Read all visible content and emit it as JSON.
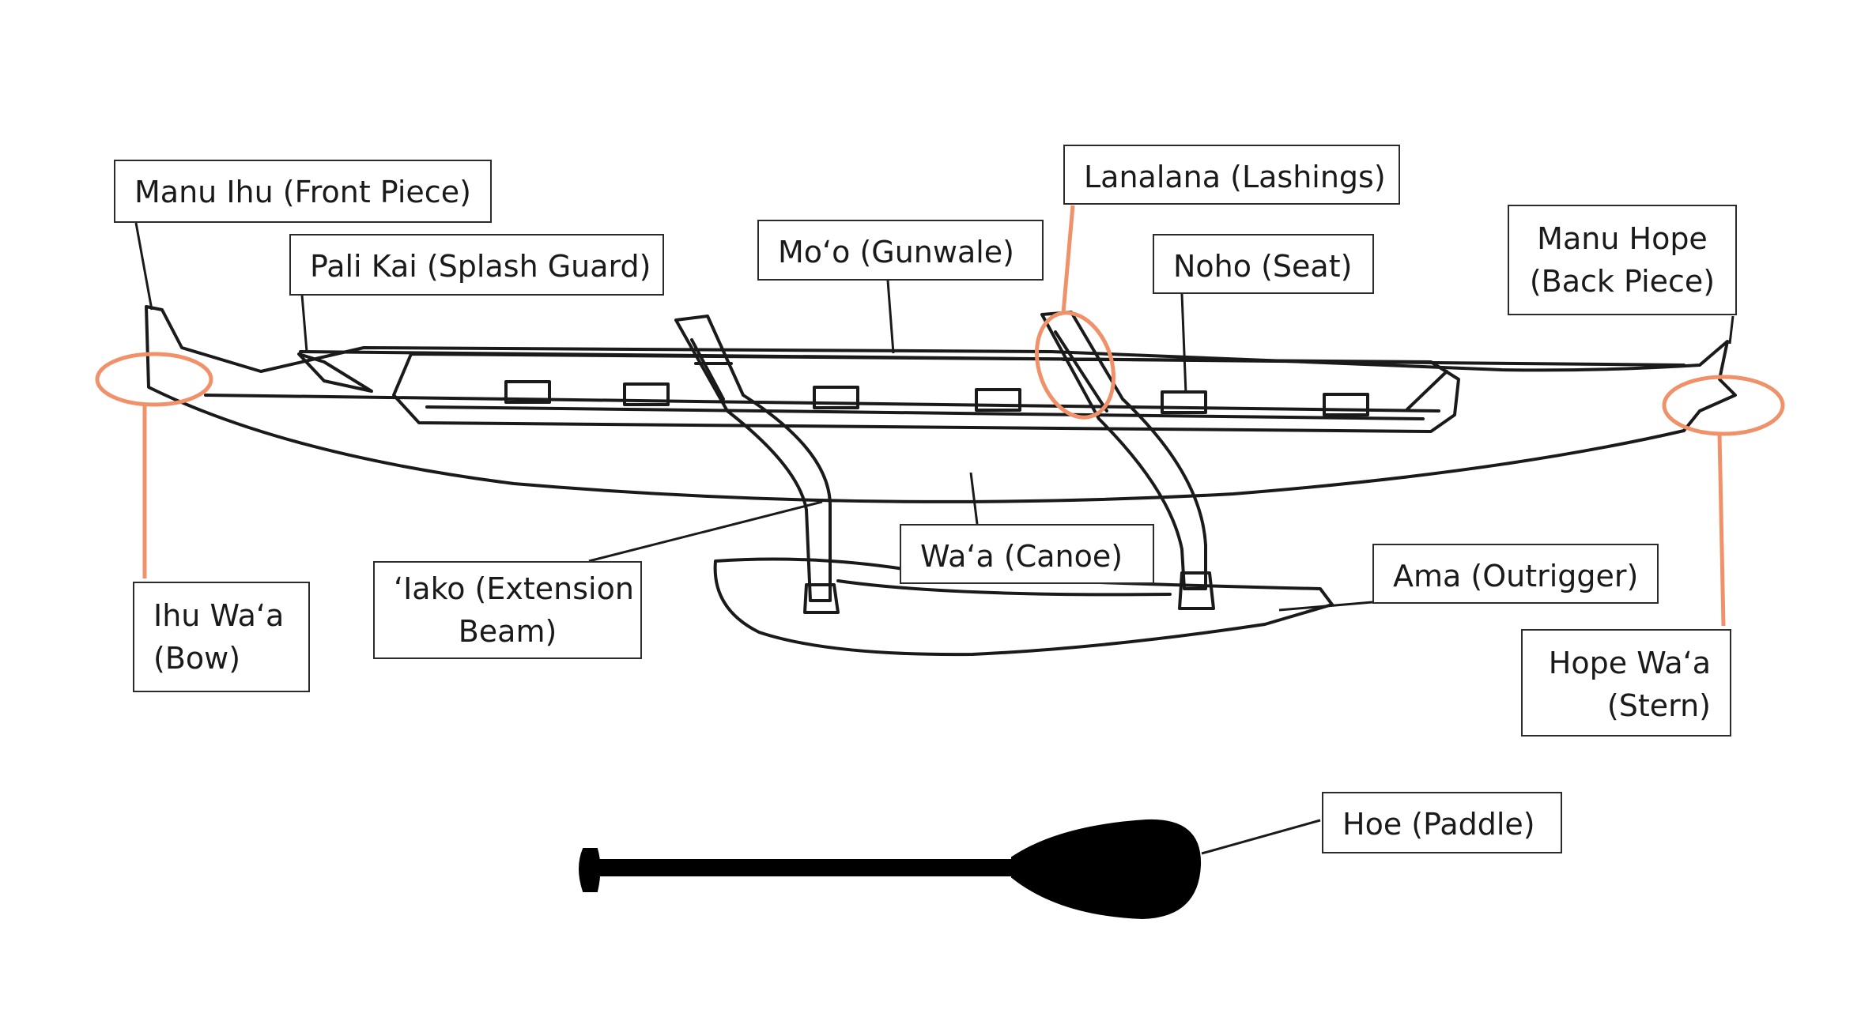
{
  "labels": {
    "manu_ihu": "Manu Ihu (Front Piece)",
    "pali_kai": "Pali Kai (Splash Guard)",
    "moo": "Mo‘o (Gunwale)",
    "lanalana": "Lanalana (Lashings)",
    "noho": "Noho (Seat)",
    "manu_hope": [
      "Manu Hope",
      "(Back Piece)"
    ],
    "ihu_waa": [
      "Ihu Wa‘a",
      "(Bow)"
    ],
    "iako": [
      "‘Iako (Extension",
      "Beam)"
    ],
    "waa": "Wa‘a (Canoe)",
    "ama": "Ama (Outrigger)",
    "hope_waa": [
      "Hope Wa‘a",
      "(Stern)"
    ],
    "hoe": "Hoe (Paddle)"
  },
  "colors": {
    "outline": "#1a1a1a",
    "highlight": "#f0916a",
    "box_border": "#2b2b2b"
  }
}
